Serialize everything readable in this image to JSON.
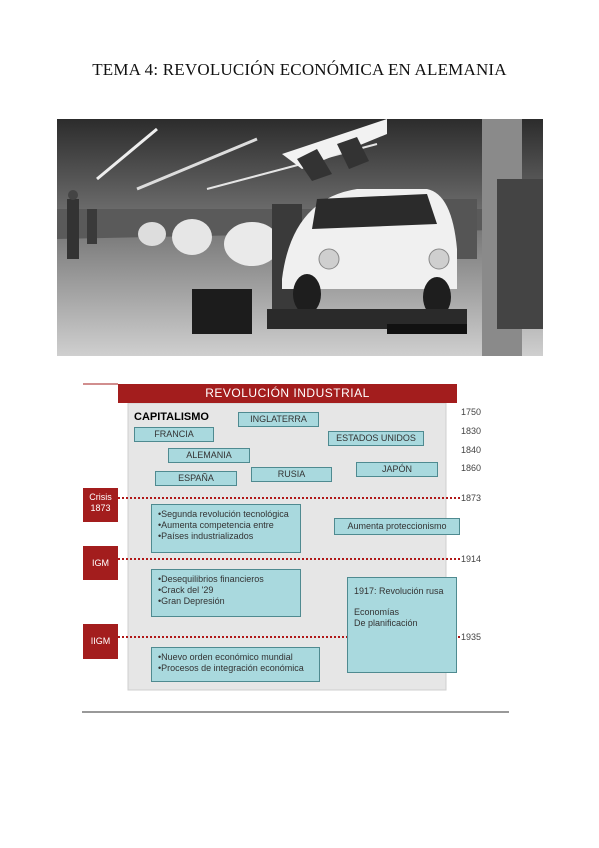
{
  "title": "TEMA 4: REVOLUCIÓN ECONÓMICA EN ALEMANIA",
  "photo": {
    "subject": "car-assembly-line-photo"
  },
  "diagram": {
    "header": "REVOLUCIÓN INDUSTRIAL",
    "capitalism_label": "CAPITALISMO",
    "countries": {
      "inglaterra": "INGLATERRA",
      "francia": "FRANCIA",
      "estados_unidos": "ESTADOS UNIDOS",
      "alemania": "ALEMANIA",
      "espana": "ESPAÑA",
      "rusia": "RUSIA",
      "japon": "JAPÓN"
    },
    "years": [
      "1750",
      "1830",
      "1840",
      "1860",
      "1873",
      "1914",
      "1935"
    ],
    "side_labels": {
      "crisis": [
        "Crisis",
        "1873"
      ],
      "igm": "IGM",
      "iigm": "IIGM"
    },
    "box1": [
      "•Segunda revolución tecnológica",
      "•Aumenta competencia entre",
      "•Países industrializados"
    ],
    "box_right": "Aumenta proteccionismo",
    "box2": [
      "•Desequilibrios financieros",
      "•Crack del '29",
      "•Gran Depresión"
    ],
    "box_russia": [
      "1917: Revolución rusa",
      "",
      "Economías",
      "De planificación"
    ],
    "box3": [
      "•Nuevo orden económico mundial",
      "•Procesos de integración económica"
    ],
    "colors": {
      "red": "#a31d1d",
      "teal_box": "#a9d9de",
      "grey_panel": "#e6e6e6"
    }
  }
}
